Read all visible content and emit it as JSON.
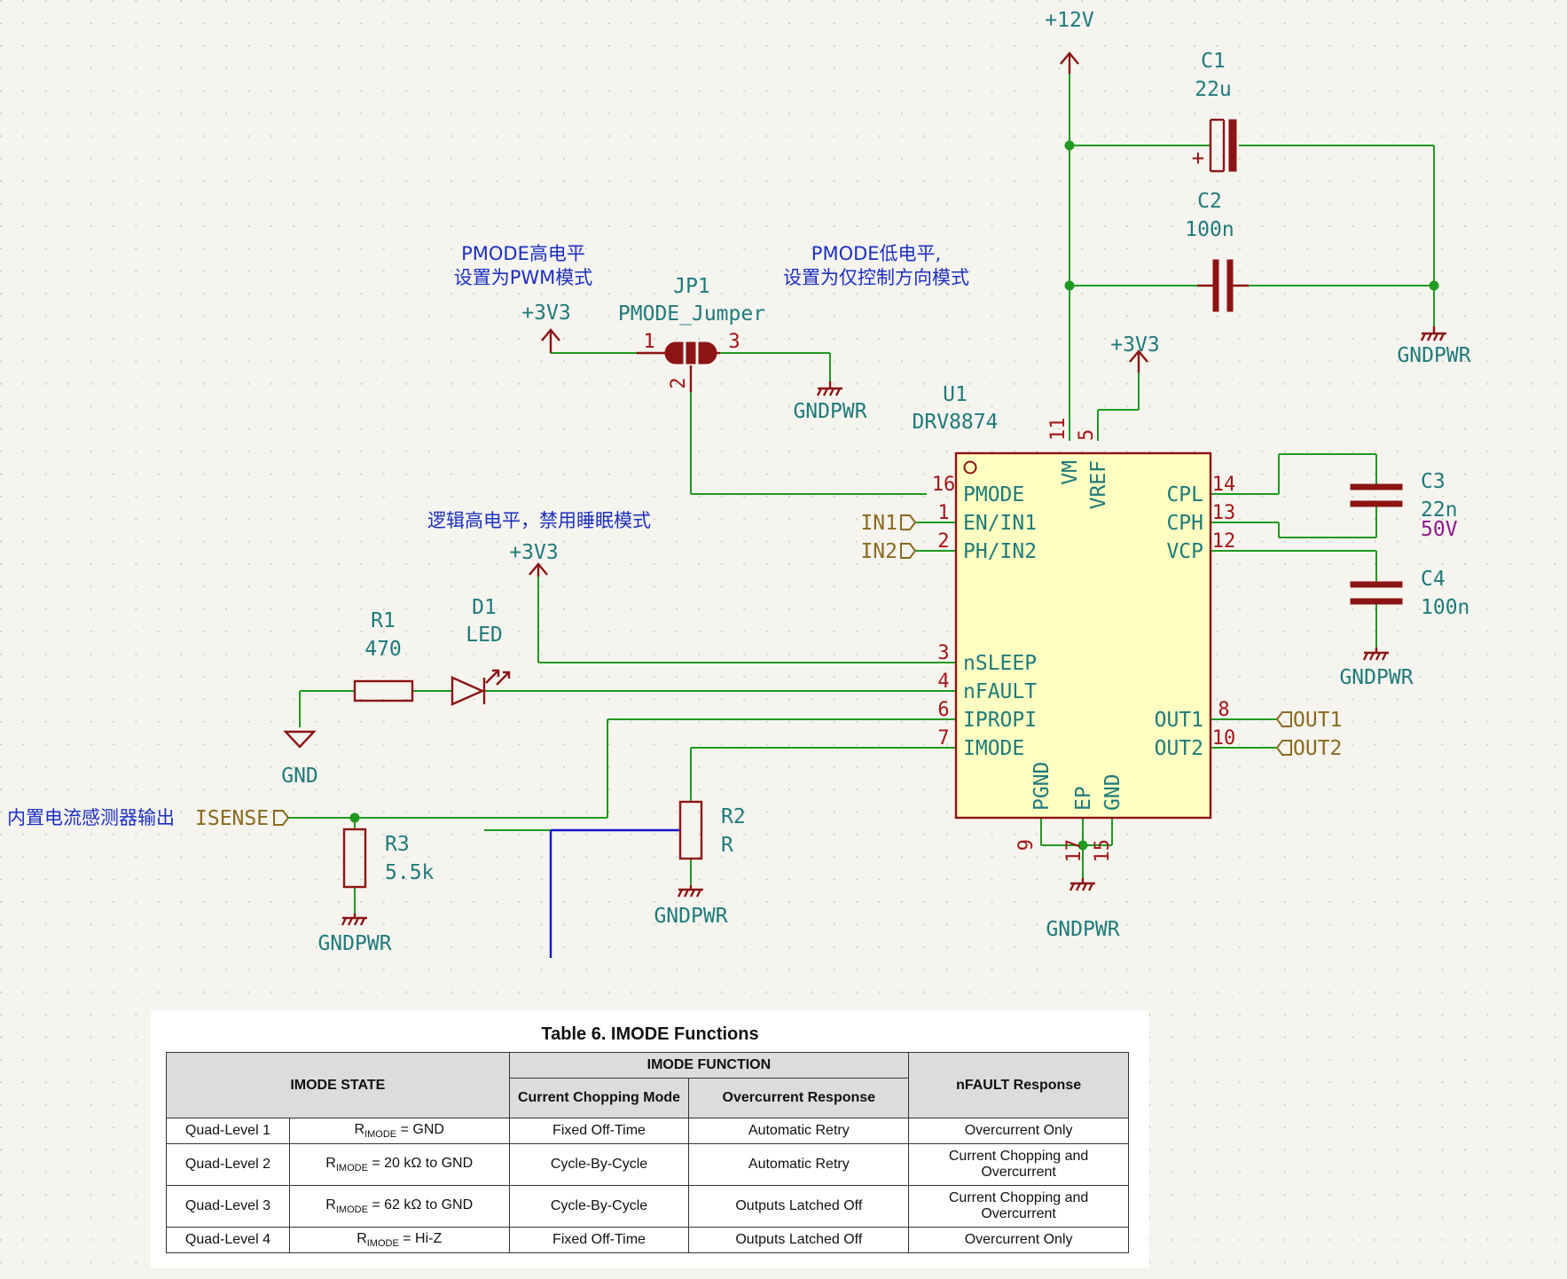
{
  "schematic": {
    "power_12v": "+12V",
    "c1": {
      "ref": "C1",
      "value": "22u",
      "polarity": "+"
    },
    "c2": {
      "ref": "C2",
      "value": "100n"
    },
    "c3": {
      "ref": "C3",
      "value": "22n",
      "voltage": "50V"
    },
    "c4": {
      "ref": "C4",
      "value": "100n"
    },
    "gndpwr": "GNDPWR",
    "gnd": "GND",
    "vcc_3v3": "+3V3",
    "jp1": {
      "ref": "JP1",
      "value": "PMODE_Jumper",
      "pin1": "1",
      "pin2": "2",
      "pin3": "3"
    },
    "notes": {
      "pmode_high_line1": "PMODE高电平",
      "pmode_high_line2": "设置为PWM模式",
      "pmode_low_line1": "PMODE低电平,",
      "pmode_low_line2": "设置为仅控制方向模式",
      "sleep": "逻辑高电平，禁用睡眠模式",
      "isense": "内置电流感测器输出"
    },
    "u1": {
      "ref": "U1",
      "value": "DRV8874",
      "left_pins": [
        {
          "name": "PMODE",
          "num": "16"
        },
        {
          "name": "EN/IN1",
          "num": "1"
        },
        {
          "name": "PH/IN2",
          "num": "2"
        },
        {
          "name": "nSLEEP",
          "num": "3"
        },
        {
          "name": "nFAULT",
          "num": "4"
        },
        {
          "name": "IPROPI",
          "num": "6"
        },
        {
          "name": "IMODE",
          "num": "7"
        }
      ],
      "right_pins": [
        {
          "name": "CPL",
          "num": "14"
        },
        {
          "name": "CPH",
          "num": "13"
        },
        {
          "name": "VCP",
          "num": "12"
        },
        {
          "name": "OUT1",
          "num": "8"
        },
        {
          "name": "OUT2",
          "num": "10"
        }
      ],
      "top_pins": [
        {
          "name": "VM",
          "num": "11"
        },
        {
          "name": "VREF",
          "num": "5"
        }
      ],
      "bottom_pins": [
        {
          "name": "PGND",
          "num": "9"
        },
        {
          "name": "EP",
          "num": "17"
        },
        {
          "name": "GND",
          "num": "15"
        }
      ]
    },
    "labels": {
      "in1": "IN1",
      "in2": "IN2",
      "out1": "OUT1",
      "out2": "OUT2",
      "isense": "ISENSE"
    },
    "r1": {
      "ref": "R1",
      "value": "470"
    },
    "d1": {
      "ref": "D1",
      "value": "LED"
    },
    "r2": {
      "ref": "R2",
      "value": "R"
    },
    "r3": {
      "ref": "R3",
      "value": "5.5k"
    }
  },
  "imode_table": {
    "title": "Table 6. IMODE Functions",
    "headers": {
      "state": "IMODE STATE",
      "function": "IMODE FUNCTION",
      "chopping": "Current Chopping Mode",
      "overcurrent": "Overcurrent Response",
      "nfault": "nFAULT Response"
    },
    "rows": [
      {
        "level": "Quad-Level 1",
        "r_sym": "R",
        "r_sub": "IMODE",
        "r_val": " = GND",
        "chopping": "Fixed Off-Time",
        "overcurrent": "Automatic Retry",
        "nfault": "Overcurrent Only"
      },
      {
        "level": "Quad-Level 2",
        "r_sym": "R",
        "r_sub": "IMODE",
        "r_val": " = 20 kΩ to GND",
        "chopping": "Cycle-By-Cycle",
        "overcurrent": "Automatic Retry",
        "nfault": "Current Chopping and Overcurrent"
      },
      {
        "level": "Quad-Level 3",
        "r_sym": "R",
        "r_sub": "IMODE",
        "r_val": " = 62 kΩ to GND",
        "chopping": "Cycle-By-Cycle",
        "overcurrent": "Outputs Latched Off",
        "nfault": "Current Chopping and Overcurrent"
      },
      {
        "level": "Quad-Level 4",
        "r_sym": "R",
        "r_sub": "IMODE",
        "r_val": " = Hi-Z",
        "chopping": "Fixed Off-Time",
        "overcurrent": "Outputs Latched Off",
        "nfault": "Overcurrent Only"
      }
    ]
  },
  "colors": {
    "wire": "#1f9a1f",
    "symbol": "#8c1414",
    "reference": "#1f7a7a",
    "note": "#1c2fbf",
    "global_label": "#8a6a1e",
    "ic_fill": "#ffffc2"
  }
}
